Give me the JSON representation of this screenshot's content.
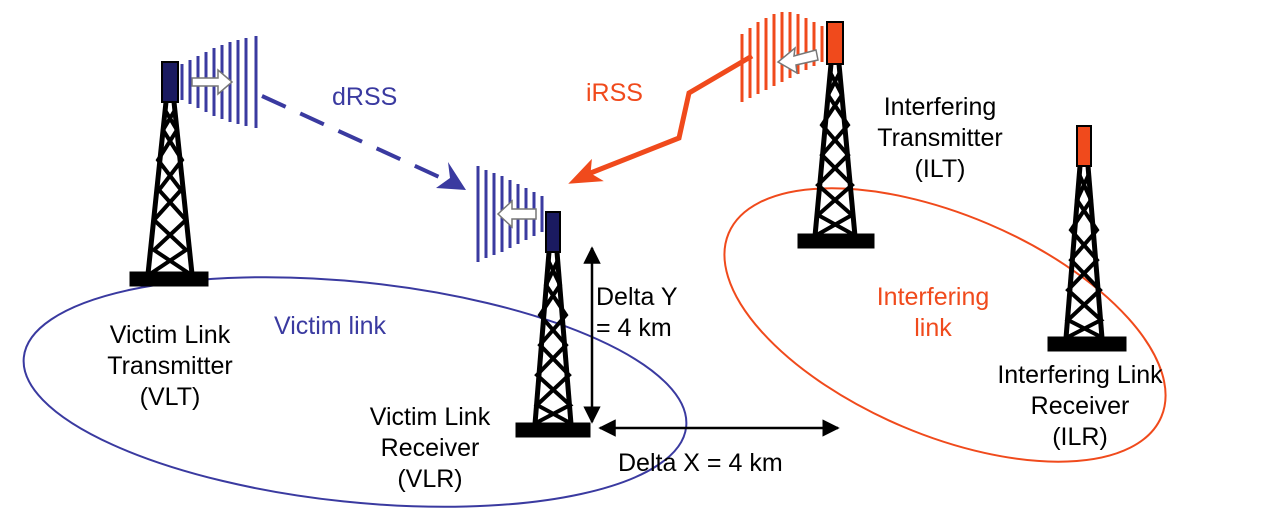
{
  "labels": {
    "drss": "dRSS",
    "irss": "iRSS",
    "victim_link": "Victim link",
    "interfering_link": [
      "Interfering",
      "link"
    ],
    "vlt": [
      "Victim Link",
      "Transmitter",
      "(VLT)"
    ],
    "vlr": [
      "Victim Link",
      "Receiver",
      "(VLR)"
    ],
    "ilt": [
      "Interfering",
      "Transmitter",
      "(ILT)"
    ],
    "ilr": [
      "Interfering Link",
      "Receiver",
      "(ILR)"
    ],
    "delta_y": [
      "Delta Y",
      "= 4 km"
    ],
    "delta_x": "Delta X = 4 km"
  },
  "colors": {
    "victim": "#3a3aa0",
    "interferer": "#f04a1c",
    "tower": "#000000",
    "arrow": "#000000"
  },
  "icons": {
    "tower": "lattice-tower-icon",
    "antenna": "antenna-beam-icon"
  }
}
